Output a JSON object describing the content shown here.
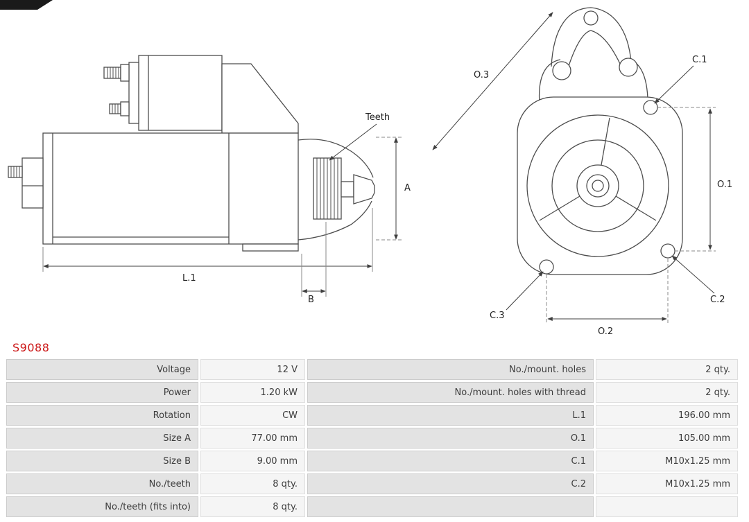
{
  "part_number": "S9088",
  "colors": {
    "part_number_red": "#cc1818",
    "label_cell_bg": "#e3e3e3",
    "value_cell_bg": "#f5f5f5",
    "drawing_line": "#4d4d4d"
  },
  "diagram": {
    "labels": {
      "teeth": "Teeth",
      "a": "A",
      "b": "B",
      "l1": "L.1",
      "o1": "O.1",
      "o2": "O.2",
      "o3": "O.3",
      "c1": "C.1",
      "c2": "C.2",
      "c3": "C.3"
    }
  },
  "spec_table": {
    "rows": [
      {
        "left_label": "Voltage",
        "left_value": "12 V",
        "right_label": "No./mount. holes",
        "right_value": "2 qty."
      },
      {
        "left_label": "Power",
        "left_value": "1.20 kW",
        "right_label": "No./mount. holes with thread",
        "right_value": "2 qty."
      },
      {
        "left_label": "Rotation",
        "left_value": "CW",
        "right_label": "L.1",
        "right_value": "196.00 mm"
      },
      {
        "left_label": "Size A",
        "left_value": "77.00 mm",
        "right_label": "O.1",
        "right_value": "105.00 mm"
      },
      {
        "left_label": "Size B",
        "left_value": "9.00 mm",
        "right_label": "C.1",
        "right_value": "M10x1.25 mm"
      },
      {
        "left_label": "No./teeth",
        "left_value": "8 qty.",
        "right_label": "C.2",
        "right_value": "M10x1.25 mm"
      },
      {
        "left_label": "No./teeth (fits into)",
        "left_value": "8 qty.",
        "right_label": "",
        "right_value": ""
      }
    ]
  }
}
